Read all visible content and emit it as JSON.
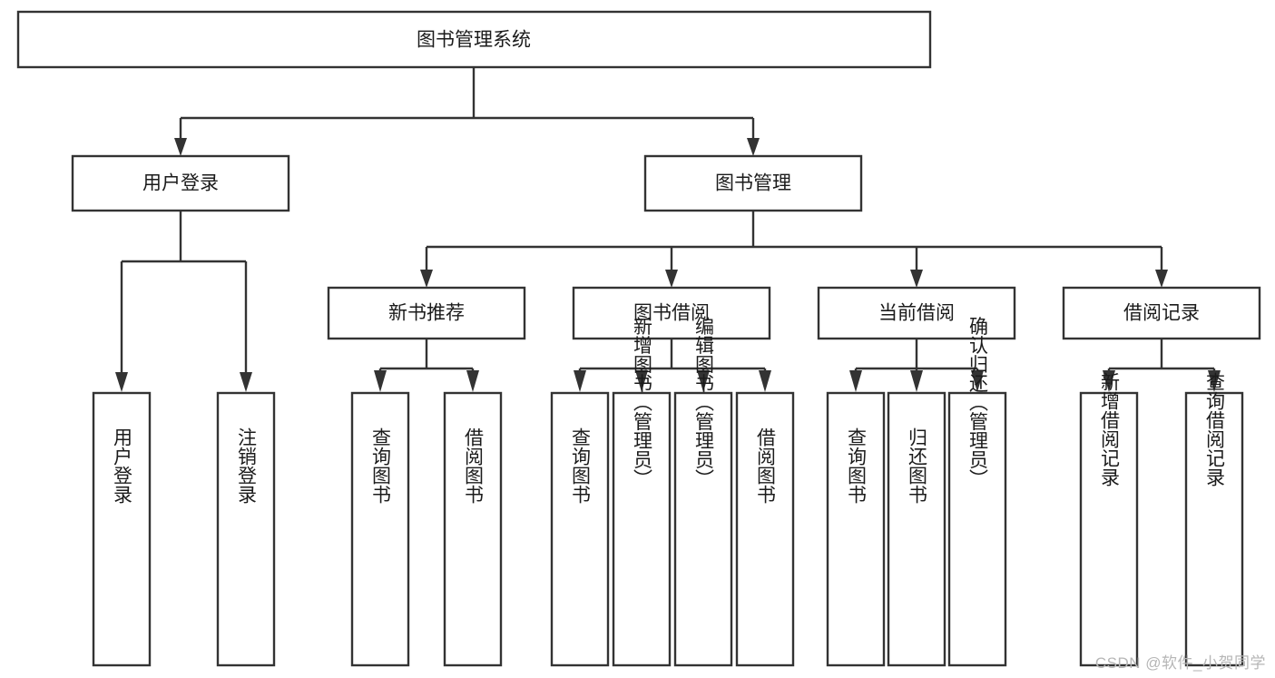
{
  "diagram": {
    "type": "tree-hierarchy-chart",
    "title": "图书管理系统",
    "watermark": "CSDN @软件_小贺同学",
    "colors": {
      "background": "#ffffff",
      "box_fill": "#ffffff",
      "box_stroke": "#333333",
      "text": "#1b1b1b",
      "watermark": "#b6b6b6"
    },
    "levels": [
      {
        "level": 1,
        "nodes": [
          {
            "id": "root",
            "label": "图书管理系统",
            "orientation": "horizontal"
          }
        ]
      },
      {
        "level": 2,
        "nodes": [
          {
            "id": "user-login",
            "label": "用户登录",
            "orientation": "horizontal",
            "parent": "root"
          },
          {
            "id": "book-manage",
            "label": "图书管理",
            "orientation": "horizontal",
            "parent": "root"
          }
        ]
      },
      {
        "level": 3,
        "nodes": [
          {
            "id": "new-book-rec",
            "label": "新书推荐",
            "orientation": "horizontal",
            "parent": "book-manage"
          },
          {
            "id": "book-borrow",
            "label": "图书借阅",
            "orientation": "horizontal",
            "parent": "book-manage"
          },
          {
            "id": "current-borrow",
            "label": "当前借阅",
            "orientation": "horizontal",
            "parent": "book-manage"
          },
          {
            "id": "borrow-record",
            "label": "借阅记录",
            "orientation": "horizontal",
            "parent": "book-manage"
          }
        ]
      },
      {
        "level": 4,
        "nodes": [
          {
            "id": "leaf-user-login",
            "label": "用户登录",
            "orientation": "vertical",
            "parent": "user-login"
          },
          {
            "id": "leaf-user-logout",
            "label": "注销登录",
            "orientation": "vertical",
            "parent": "user-login"
          },
          {
            "id": "leaf-query-book-1",
            "label": "查询图书",
            "orientation": "vertical",
            "parent": "new-book-rec"
          },
          {
            "id": "leaf-borrow-book-1",
            "label": "借阅图书",
            "orientation": "vertical",
            "parent": "new-book-rec"
          },
          {
            "id": "leaf-query-book-2",
            "label": "查询图书",
            "orientation": "vertical",
            "parent": "book-borrow"
          },
          {
            "id": "leaf-add-book",
            "label": "新增图书（管理员）",
            "orientation": "vertical",
            "parent": "book-borrow"
          },
          {
            "id": "leaf-edit-book",
            "label": "编辑图书（管理员）",
            "orientation": "vertical",
            "parent": "book-borrow"
          },
          {
            "id": "leaf-borrow-book-2",
            "label": "借阅图书",
            "orientation": "vertical",
            "parent": "book-borrow"
          },
          {
            "id": "leaf-query-book-3",
            "label": "查询图书",
            "orientation": "vertical",
            "parent": "current-borrow"
          },
          {
            "id": "leaf-return-book",
            "label": "归还图书",
            "orientation": "vertical",
            "parent": "current-borrow"
          },
          {
            "id": "leaf-confirm-return",
            "label": "确认归还（管理员）",
            "orientation": "vertical",
            "parent": "current-borrow"
          },
          {
            "id": "leaf-add-record",
            "label": "新增借阅记录",
            "orientation": "vertical",
            "parent": "borrow-record"
          },
          {
            "id": "leaf-query-record",
            "label": "查询借阅记录",
            "orientation": "vertical",
            "parent": "borrow-record"
          }
        ]
      }
    ]
  }
}
